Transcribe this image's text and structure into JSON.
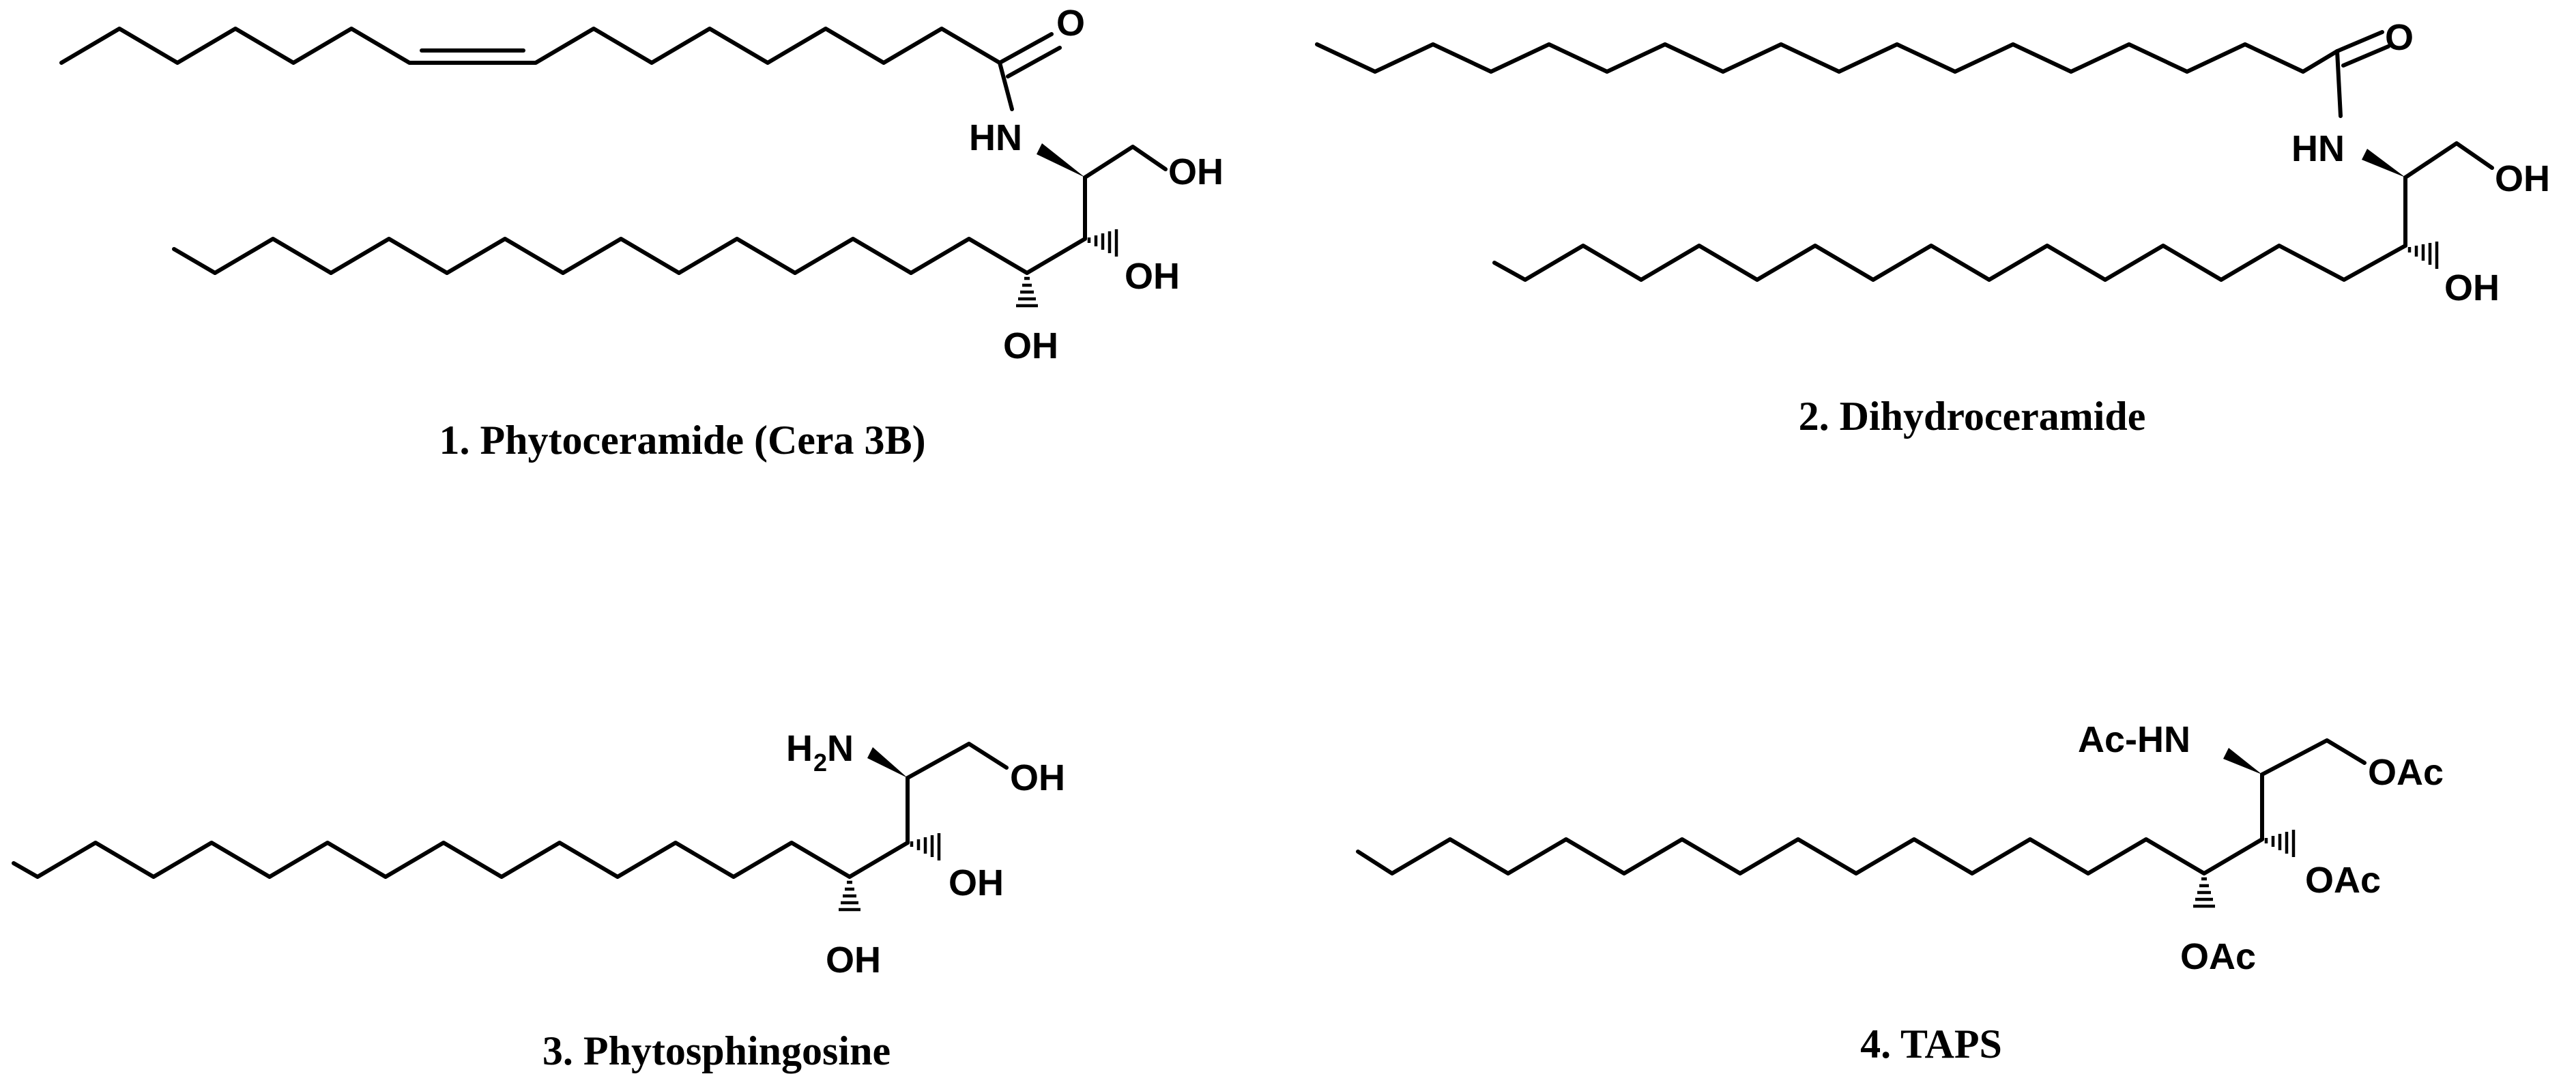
{
  "molecules": [
    {
      "caption": "1. Phytoceramide (Cera 3B)",
      "labels": {
        "carbonyl_o": "O",
        "amide_nh": "HN",
        "primary_oh": "OH",
        "c3_oh": "OH",
        "c4_oh": "OH"
      }
    },
    {
      "caption": "2. Dihydroceramide",
      "labels": {
        "carbonyl_o": "O",
        "amide_nh": "HN",
        "primary_oh": "OH",
        "c3_oh": "OH"
      }
    },
    {
      "caption": "3. Phytosphingosine",
      "labels": {
        "amine_h": "H",
        "amine_sub": "2",
        "amine_n": "N",
        "primary_oh": "OH",
        "c3_oh": "OH",
        "c4_oh": "OH"
      }
    },
    {
      "caption": "4. TAPS",
      "labels": {
        "acetamide": "Ac-HN",
        "primary_oac": "OAc",
        "c3_oac": "OAc",
        "c4_oac": "OAc"
      }
    }
  ],
  "colors": {
    "ink": "#000000",
    "background": "#ffffff"
  }
}
